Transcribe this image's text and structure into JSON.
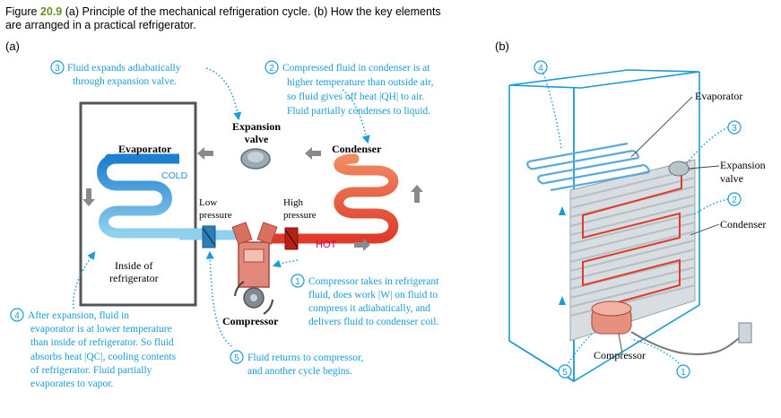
{
  "figure": {
    "caption_prefix": "Figure",
    "number": "20.9",
    "caption_line1": "(a) Principle of the mechanical refrigeration cycle. (b) How the key elements",
    "caption_line2": "are arranged in a practical refrigerator."
  },
  "panel_a": {
    "label": "(a)",
    "labels": {
      "evaporator": "Evaporator",
      "cold": "COLD",
      "expansion_valve_1": "Expansion",
      "expansion_valve_2": "valve",
      "condenser": "Condenser",
      "low_pressure_1": "Low",
      "low_pressure_2": "pressure",
      "high_pressure_1": "High",
      "high_pressure_2": "pressure",
      "hot": "HOT",
      "inside_1": "Inside of",
      "inside_2": "refrigerator",
      "compressor": "Compressor"
    },
    "steps": [
      {
        "num": "1",
        "lines": [
          "Compressor takes in refrigerant",
          "fluid, does work |W| on fluid to",
          "compress it adiabatically, and",
          "delivers fluid to condenser coil."
        ]
      },
      {
        "num": "2",
        "lines": [
          "Compressed fluid in condenser is at",
          "higher temperature than outside air,",
          "so fluid gives off heat |QH| to air.",
          "Fluid partially condenses to liquid."
        ]
      },
      {
        "num": "3",
        "lines": [
          "Fluid expands adiabatically",
          "through expansion valve."
        ]
      },
      {
        "num": "4",
        "lines": [
          "After expansion, fluid in",
          "evaporator is at lower temperature",
          "than inside of refrigerator. So fluid",
          "absorbs heat |QC|, cooling contents",
          "of refrigerator. Fluid partially",
          "evaporates to vapor."
        ]
      },
      {
        "num": "5",
        "lines": [
          "Fluid returns to compressor,",
          "and another cycle begins."
        ]
      }
    ]
  },
  "panel_b": {
    "label": "(b)",
    "labels": {
      "evaporator": "Evaporator",
      "expansion_valve_1": "Expansion",
      "expansion_valve_2": "valve",
      "condenser": "Condenser",
      "compressor": "Compressor"
    },
    "markers": [
      "4",
      "3",
      "2",
      "5",
      "1"
    ]
  },
  "colors": {
    "accent": "#1a9ad6",
    "caption_green": "#6b8e23",
    "cold": "#2b8fd6",
    "cold_light": "#8fd0ee",
    "hot": "#e04a2a",
    "hot_light": "#f3a07c",
    "hot_label": "#d6005c"
  }
}
